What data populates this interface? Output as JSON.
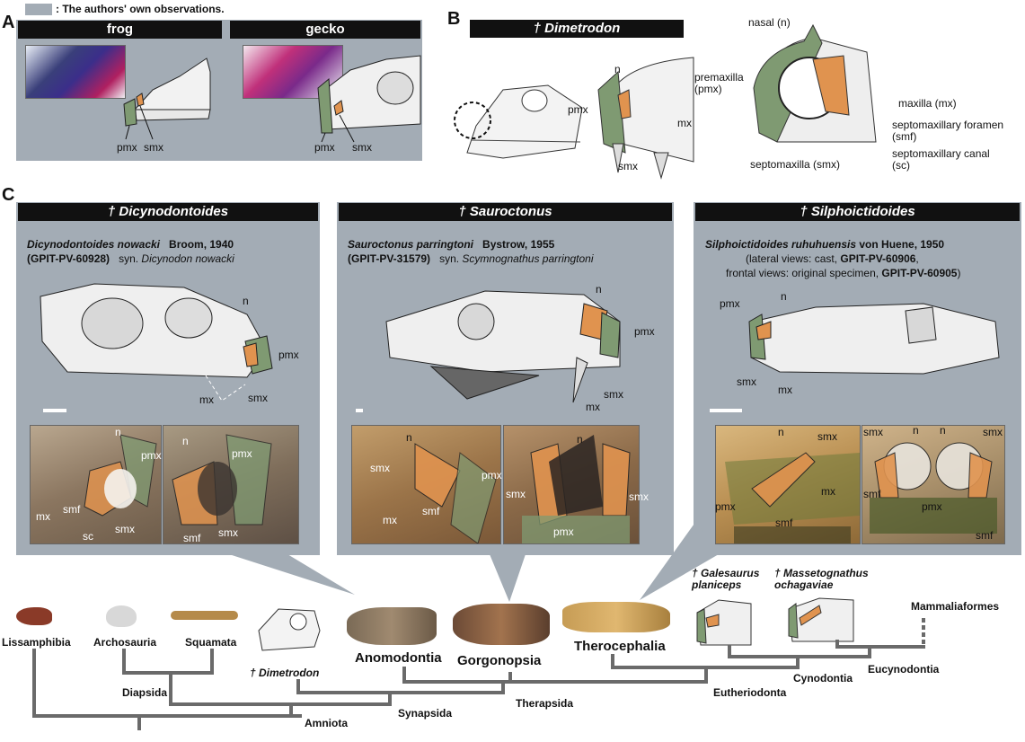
{
  "legend": {
    "text": ": The authors' own observations.",
    "swatch_color": "#a3acb5"
  },
  "panel_a": {
    "letter": "A",
    "frog_title": "frog",
    "gecko_title": "gecko",
    "frog_labels": {
      "pmx": "pmx",
      "smx": "smx"
    },
    "gecko_labels": {
      "pmx": "pmx",
      "smx": "smx"
    }
  },
  "panel_b": {
    "letter": "B",
    "title": "† Dimetrodon",
    "labels": {
      "n": "n",
      "pmx": "pmx",
      "mx": "mx",
      "smx": "smx"
    },
    "detail_labels": {
      "nasal": "nasal (n)",
      "premaxilla": "premaxilla\n(pmx)",
      "maxilla": "maxilla (mx)",
      "septomaxillary_foramen": "septomaxillary foramen\n(smf)",
      "septomaxillary_canal": "septomaxillary canal\n(sc)",
      "septomaxilla": "septomaxilla (smx)"
    }
  },
  "panel_c": {
    "letter": "C",
    "taxa": [
      {
        "title": "† Dicynodontoides",
        "species": "Dicynodontoides nowacki",
        "author": "Broom, 1940",
        "specimen": "(GPIT-PV-60928)",
        "synonym_prefix": "syn.",
        "synonym": "Dicynodon nowacki",
        "labels": {
          "n": "n",
          "pmx": "pmx",
          "mx": "mx",
          "smx": "smx"
        },
        "photo_left_labels": {
          "n": "n",
          "pmx": "pmx",
          "mx": "mx",
          "smf": "smf",
          "sc": "sc",
          "smx": "smx"
        },
        "photo_right_labels": {
          "n": "n",
          "pmx": "pmx",
          "smf": "smf",
          "smx": "smx"
        }
      },
      {
        "title": "† Sauroctonus",
        "species": "Sauroctonus parringtoni",
        "author": "Bystrow, 1955",
        "specimen": "(GPIT-PV-31579)",
        "synonym_prefix": "syn.",
        "synonym": "Scymnognathus parringtoni",
        "labels": {
          "n": "n",
          "pmx": "pmx",
          "mx": "mx",
          "smx": "smx"
        },
        "photo_left_labels": {
          "n": "n",
          "smx": "smx",
          "pmx": "pmx",
          "smf": "smf",
          "mx": "mx"
        },
        "photo_right_labels": {
          "n": "n",
          "smx_l": "smx",
          "smx_r": "smx",
          "pmx": "pmx"
        }
      },
      {
        "title": "† Silphoictidoides",
        "species": "Silphoictidoides ruhuhuensis",
        "author": "von Huene, 1950",
        "line2": "(lateral views: cast, ",
        "line2_bold": "GPIT-PV-60906",
        "line3": "frontal views: original specimen, ",
        "line3_bold": "GPIT-PV-60905",
        "labels": {
          "pmx": "pmx",
          "n": "n",
          "smx": "smx",
          "mx": "mx"
        },
        "photo_left_labels": {
          "n": "n",
          "smx": "smx",
          "pmx": "pmx",
          "smf": "smf",
          "mx": "mx"
        },
        "photo_right_labels": {
          "smx_l": "smx",
          "n1": "n",
          "n2": "n",
          "smx_r": "smx",
          "smf_l": "smf",
          "pmx": "pmx",
          "smf_r": "smf"
        }
      }
    ]
  },
  "phylogeny": {
    "taxa": {
      "lissamphibia": "Lissamphibia",
      "archosauria": "Archosauria",
      "squamata": "Squamata",
      "dimetrodon": "† Dimetrodon",
      "anomodontia": "Anomodontia",
      "gorgonopsia": "Gorgonopsia",
      "therocephalia": "Therocephalia",
      "galesaurus": "† Galesaurus\nplaniceps",
      "massetognathus": "† Massetognathus\nochagaviae",
      "mammaliaformes": "Mammaliaformes"
    },
    "clades": {
      "diapsida": "Diapsida",
      "amniota": "Amniota",
      "synapsida": "Synapsida",
      "therapsida": "Therapsida",
      "eutheriodonta": "Eutheriodonta",
      "cynodontia": "Cynodontia",
      "eucynodontia": "Eucynodontia"
    }
  },
  "colors": {
    "panel_grey": "#a3acb5",
    "septomaxilla_orange": "#e0934f",
    "premaxilla_green": "#7f9a72",
    "tree_grey": "#6a6a6a"
  }
}
